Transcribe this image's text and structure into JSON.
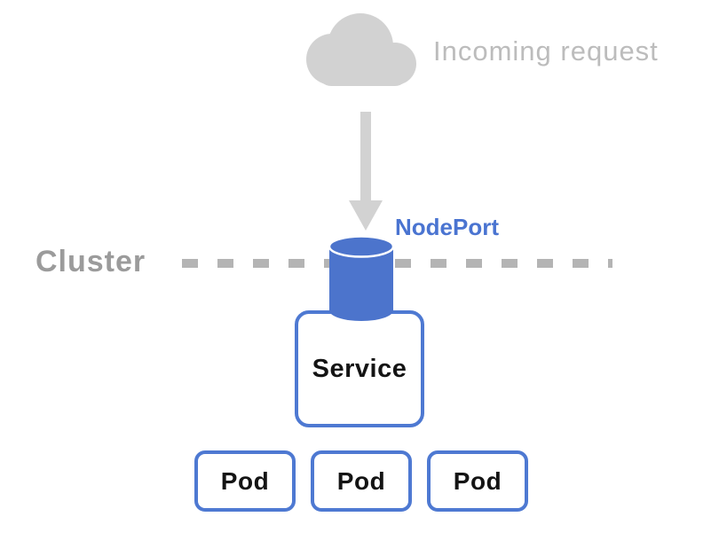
{
  "diagram": {
    "title_implicit": "Kubernetes NodePort service diagram",
    "incoming_request_label": "Incoming request",
    "nodeport_label": "NodePort",
    "cluster_label": "Cluster",
    "service_label": "Service",
    "pods": [
      "Pod",
      "Pod",
      "Pod"
    ],
    "icons": {
      "cloud": "cloud-icon",
      "arrow": "down-arrow-icon",
      "cylinder": "nodeport-cylinder-icon"
    },
    "colors": {
      "blue_shape": "#4c74cc",
      "blue_border": "#4e79d2",
      "blue_text": "#4a74d1",
      "cloud_gray": "#d2d2d2",
      "arrow_gray": "#d2d2d2",
      "incoming_text_gray": "#bcbcbc",
      "cluster_text_gray": "#9b9b9b",
      "dash_gray": "#b4b4b4",
      "label_black": "#141414",
      "background": "#ffffff"
    }
  }
}
